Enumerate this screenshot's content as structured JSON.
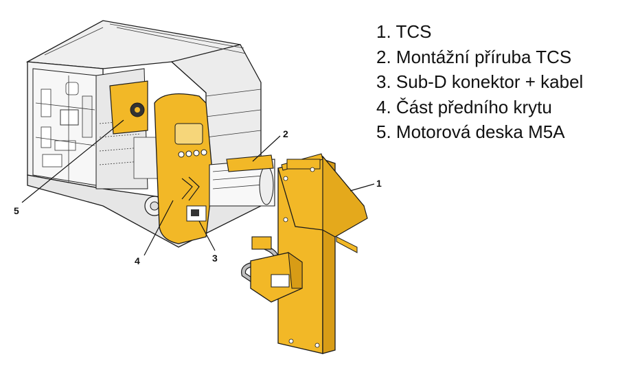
{
  "legend": [
    "1. TCS",
    "2. Montážní příruba TCS",
    "3. Sub-D konektor + kabel",
    "4. Část předního krytu",
    "5. Motorová deska M5A"
  ],
  "callouts": {
    "c1": "1",
    "c2": "2",
    "c3": "3",
    "c4": "4",
    "c5": "5"
  },
  "colors": {
    "highlight": "#F2B827",
    "outline": "#1A1A1A",
    "printer_body": "#F4F4F4",
    "printer_shade": "#D8D8D8"
  }
}
